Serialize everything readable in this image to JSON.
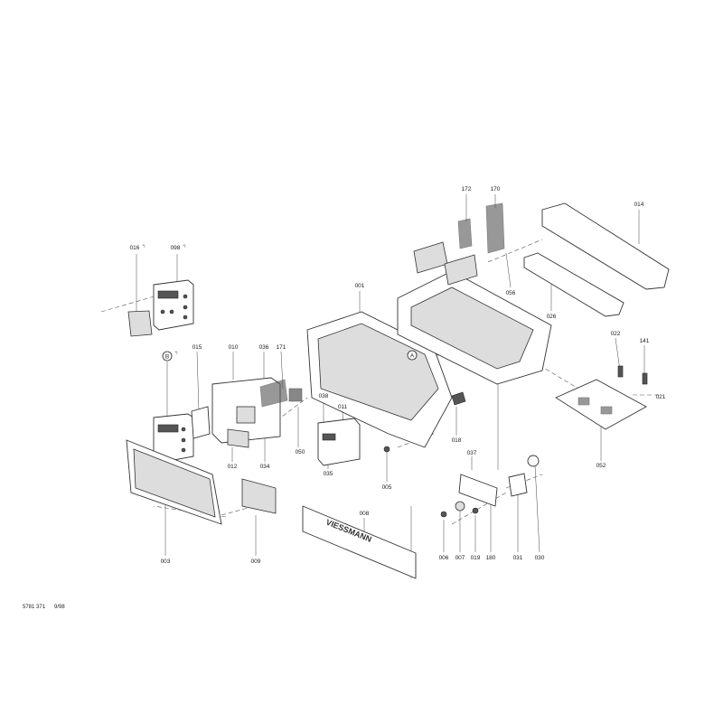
{
  "labels": {
    "p172": "172",
    "p170": "170",
    "p014": "014",
    "p016": "016",
    "p098": "098",
    "p001": "001",
    "p056": "056",
    "p026": "026",
    "p022": "022",
    "p141": "141",
    "p015": "015",
    "p010": "010",
    "p036": "036",
    "p171": "171",
    "p021": "021",
    "p038": "038",
    "p011": "011",
    "p052": "052",
    "p018": "018",
    "p037": "037",
    "p050": "050",
    "p034": "034",
    "p012": "012",
    "p035": "035",
    "p005": "005",
    "p003": "003",
    "p009": "009",
    "p008": "008",
    "p006": "006",
    "p007": "007",
    "p019": "019",
    "p180": "180",
    "p031": "031",
    "p030": "030",
    "footnote_mark": "*)",
    "ref_a": "A",
    "ref_b": "B"
  },
  "brand_text": "VIESSMANN",
  "footer": {
    "doc_number": "5781 371",
    "date": "9/98"
  }
}
